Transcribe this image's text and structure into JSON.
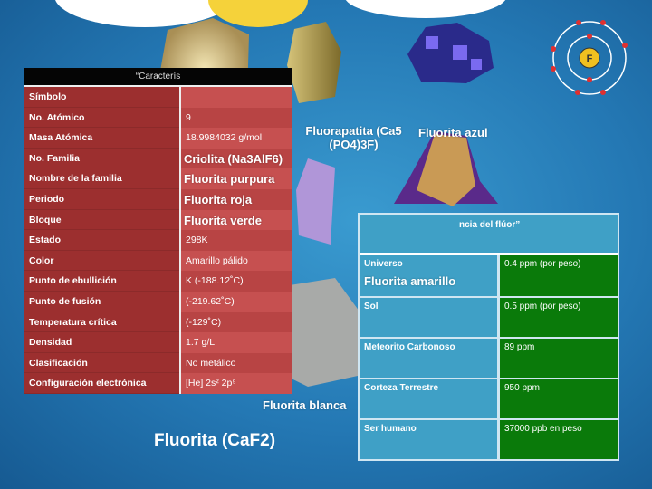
{
  "characteristics_table": {
    "header": "“Caracterís",
    "rows": [
      {
        "label": "Símbolo",
        "value": ""
      },
      {
        "label": "No. Atómico",
        "value": "9"
      },
      {
        "label": "Masa Atómica",
        "value": "18.9984032 g/mol"
      },
      {
        "label": "No. Familia",
        "value": ""
      },
      {
        "label": "Nombre de la familia",
        "value": ""
      },
      {
        "label": "Periodo",
        "value": ""
      },
      {
        "label": "Bloque",
        "value": ""
      },
      {
        "label": "Estado",
        "value": "298K"
      },
      {
        "label": "Color",
        "value": "Amarillo pálido"
      },
      {
        "label": "Punto de ebullición",
        "value": "K (-188.12˚C)"
      },
      {
        "label": "Punto de fusión",
        "value": "(-219.62˚C)"
      },
      {
        "label": "Temperatura crítica",
        "value": "(-129˚C)"
      },
      {
        "label": "Densidad",
        "value": "1.7 g/L"
      },
      {
        "label": "Clasificación",
        "value": "No metálico"
      },
      {
        "label": "Configuración electrónica",
        "value": "[He] 2s² 2p⁵"
      }
    ]
  },
  "abundance_table": {
    "header": "ncia del flúor”",
    "rows": [
      {
        "label": "Universo",
        "value": "0.4 ppm (por peso)"
      },
      {
        "label": "Sol",
        "value": "0.5 ppm (por peso)"
      },
      {
        "label": "Meteorito Carbonoso",
        "value": "89 ppm"
      },
      {
        "label": "Corteza Terrestre",
        "value": "950 ppm"
      },
      {
        "label": "Ser humano",
        "value": "37000 ppb en peso"
      }
    ]
  },
  "minerals": {
    "criolita": "Criolita (Na3AlF6)",
    "fluorapatita": "Fluorapatita (Ca5 (PO4)3F)",
    "azul": "Fluorita azul",
    "roja": "Fluorita roja",
    "purpura": "Fluorita purpura",
    "amarillo": "Fluorita amarillo",
    "verde": "Fluorita verde",
    "blanca": "Fluorita blanca"
  },
  "atom_symbol": "F",
  "title": "Fluorita (CaF2)"
}
